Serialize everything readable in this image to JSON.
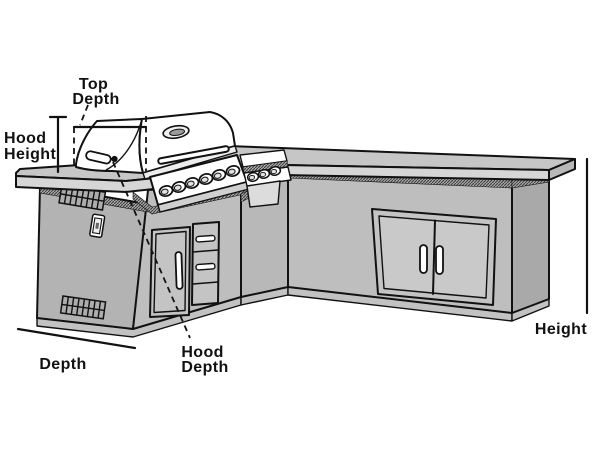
{
  "diagram_type": "outdoor-kitchen-island-dimension-diagram",
  "labels": {
    "top_depth": {
      "line1": "Top",
      "line2": "Depth"
    },
    "hood_height": {
      "line1": "Hood",
      "line2": "Height"
    },
    "hood_depth": {
      "line1": "Hood",
      "line2": "Depth"
    },
    "depth": "Depth",
    "height": "Height"
  },
  "colors": {
    "background": "#ffffff",
    "line": "#111111",
    "counter_top": "#c6c6c6",
    "counter_front": "#d6d6d6",
    "counter_end": "#b8b8b8",
    "base_front": "#bebebe",
    "base_left": "#b3b3b3",
    "base_middle": "#b8b8b8",
    "base_right_end": "#a9a9a9",
    "plinth": "#c2c2c2",
    "door_panel": "#c4c4c4",
    "panel_white": "#ffffff"
  }
}
